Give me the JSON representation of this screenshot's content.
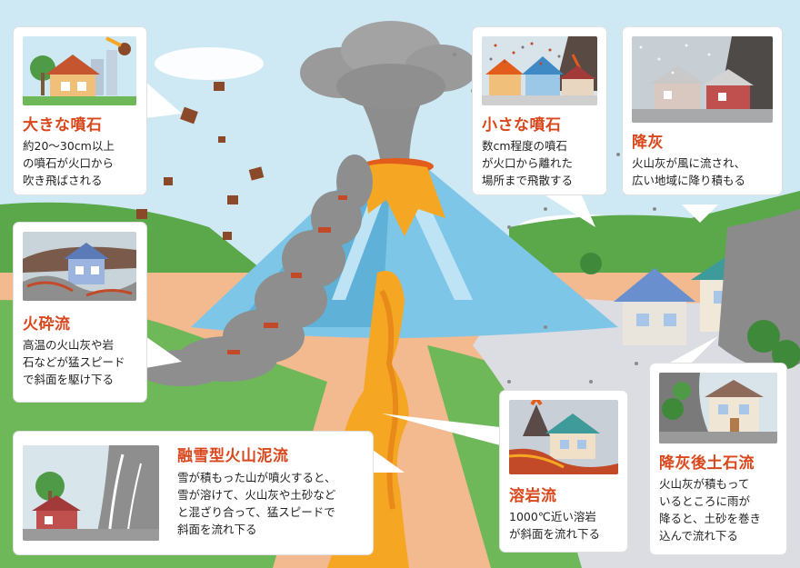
{
  "colors": {
    "title_accent": "#d9471c",
    "lava": "#f5a623",
    "lava_dark": "#e25d1c",
    "ash": "#9a9a9a",
    "mountain": "#7ec6e8",
    "grass": "#5aa84a",
    "sky": "#cfe9f4"
  },
  "callouts": {
    "large_rocks": {
      "title": "大きな噴石",
      "lines": [
        "約20～30cm以上",
        "の噴石が火口から",
        "吹き飛ばされる"
      ],
      "icon": "meteor-house-icon"
    },
    "small_rocks": {
      "title": "小さな噴石",
      "lines": [
        "数cm程度の噴石",
        "が火口から離れた",
        "場所まで飛散する"
      ],
      "icon": "scattered-stones-houses-icon"
    },
    "ashfall": {
      "title": "降灰",
      "lines": [
        "火山灰が風に流され、",
        "広い地域に降り積もる"
      ],
      "icon": "ash-covered-houses-icon"
    },
    "pyroclastic_flow": {
      "title": "火砕流",
      "lines": [
        "高温の火山灰や岩",
        "石などが猛スピード",
        "で斜面を駆け下る"
      ],
      "icon": "pyroclastic-house-icon"
    },
    "lahar": {
      "title": "融雪型火山泥流",
      "lines": [
        "雪が積もった山が噴火すると、",
        "雪が溶けて、火山灰や土砂など",
        "と混ざり合って、猛スピードで",
        "斜面を流れ下る"
      ],
      "icon": "mudflow-house-icon"
    },
    "lava_flow": {
      "title": "溶岩流",
      "lines": [
        "1000℃近い溶岩",
        "が斜面を流れ下る"
      ],
      "icon": "lava-house-icon"
    },
    "post_ash_debris": {
      "title": "降灰後土石流",
      "lines": [
        "火山灰が積もって",
        "いるところに雨が",
        "降ると、土砂を巻き",
        "込んで流れ下る"
      ],
      "icon": "debris-flow-house-icon"
    }
  }
}
